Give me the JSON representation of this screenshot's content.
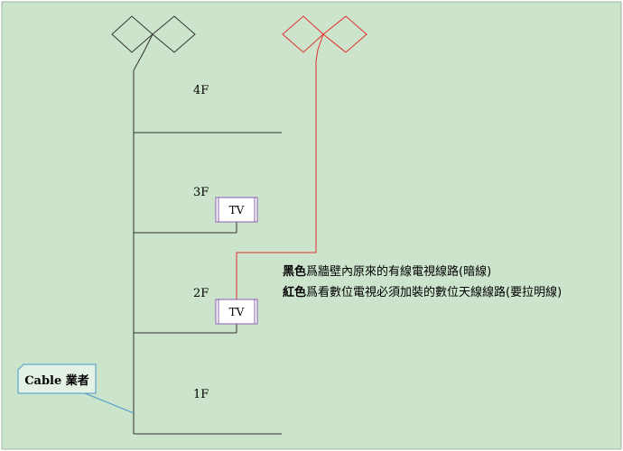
{
  "floors": [
    "4F",
    "3F",
    "2F",
    "1F"
  ],
  "tv_label": "TV",
  "provider_label": "Cable 業者",
  "legend": [
    {
      "key": "黑色",
      "text": "爲牆壁內原來的有線電視線路(暗線)"
    },
    {
      "key": "紅色",
      "text": "爲看數位電視必須加裝的數位天線線路(要拉明線)"
    }
  ],
  "colors": {
    "background": "#cce3cc",
    "existing_line": "#333333",
    "new_line": "#e03030",
    "tv_border": "#8a5fb0",
    "provider_line": "#4a9ac8"
  }
}
